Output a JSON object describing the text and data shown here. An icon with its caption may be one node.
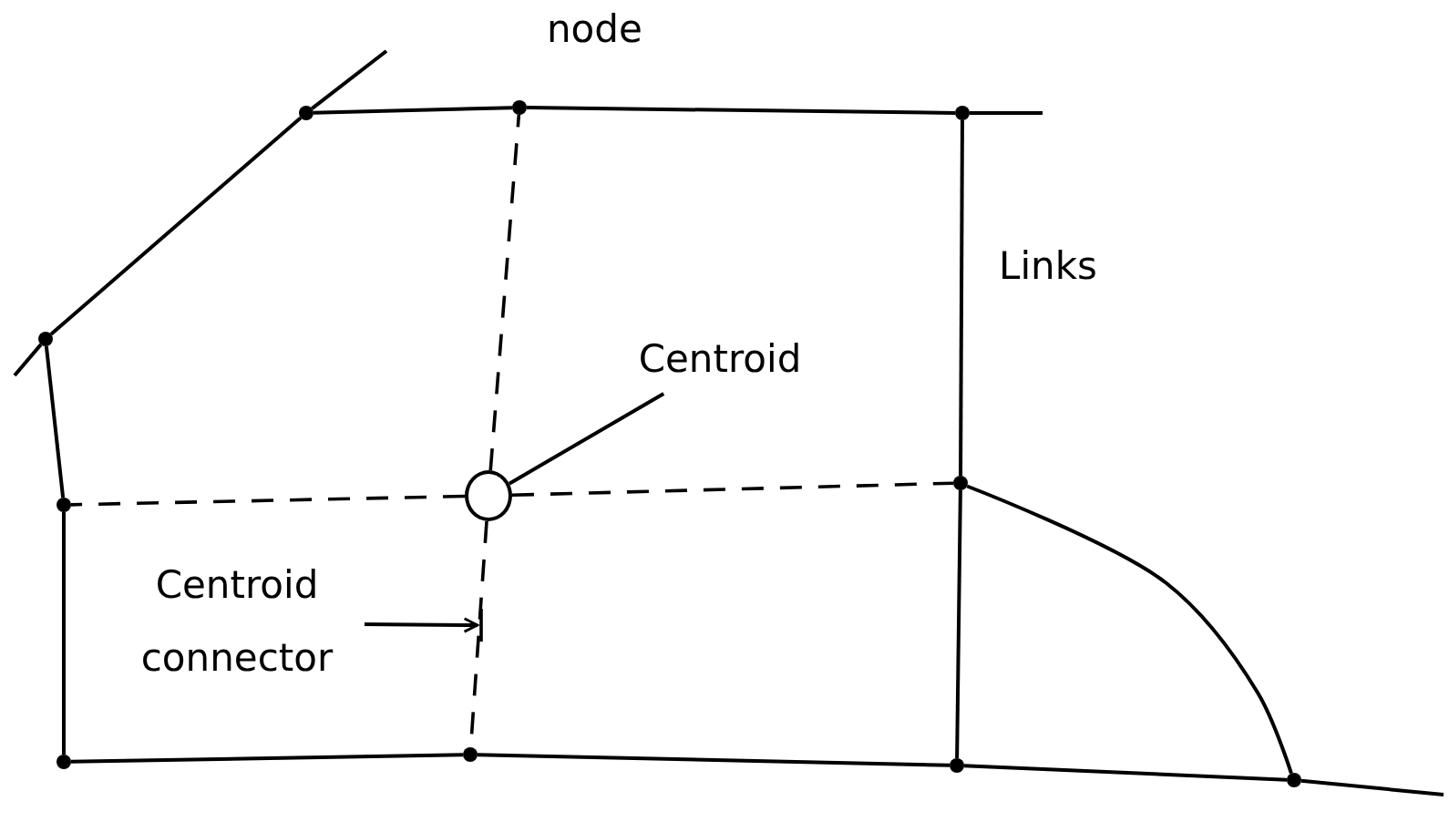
{
  "diagram": {
    "nodes": [
      {
        "text": [],
        "shape": "circle"
      },
      {
        "text": [],
        "shape": "circle"
      },
      {
        "text": [],
        "shape": "circle"
      },
      {
        "text": [],
        "shape": "circle"
      },
      {
        "text": [],
        "shape": "circle"
      },
      {
        "text": [],
        "shape": "circle"
      },
      {
        "text": [],
        "shape": "circle"
      },
      {
        "text": [],
        "shape": "circle"
      },
      {
        "text": [],
        "shape": "circle"
      },
      {
        "text": [],
        "shape": "circle"
      },
      {
        "text": [],
        "shape": "circle"
      },
      {
        "text": [
          "Centroid"
        ]
      },
      {
        "text": [
          "Centroid connector"
        ]
      }
    ],
    "edges": [
      {
        "from": 0,
        "to": 1,
        "arrow": "none"
      },
      {
        "from": 1,
        "to": 2,
        "arrow": "none"
      },
      {
        "from": 2,
        "to": null,
        "arrow": "none"
      },
      {
        "from": 0,
        "to": null,
        "arrow": "none"
      },
      {
        "from": 0,
        "to": 3,
        "arrow": "none"
      },
      {
        "from": 3,
        "to": null,
        "arrow": "none"
      },
      {
        "from": 3,
        "to": 4,
        "arrow": "none"
      },
      {
        "from": 4,
        "to": 6,
        "arrow": "none"
      },
      {
        "from": 6,
        "to": 7,
        "arrow": "none"
      },
      {
        "from": 7,
        "to": 8,
        "arrow": "none"
      },
      {
        "from": 8,
        "to": 9,
        "arrow": "none"
      },
      {
        "from": 9,
        "to": null,
        "arrow": "none"
      },
      {
        "from": 2,
        "to": 5,
        "arrow": "none"
      },
      {
        "from": 5,
        "to": 8,
        "arrow": "none"
      },
      {
        "from": 5,
        "to": 9,
        "arrow": "none"
      },
      {
        "from": 10,
        "to": 1,
        "arrow": "none",
        "style": "dashed"
      },
      {
        "from": 10,
        "to": 4,
        "arrow": "none",
        "style": "dashed"
      },
      {
        "from": 10,
        "to": 5,
        "arrow": "none",
        "style": "dashed"
      },
      {
        "from": 10,
        "to": 7,
        "arrow": "none",
        "style": "dashed"
      },
      {
        "from": 11,
        "to": 10,
        "arrow": "none"
      },
      {
        "from": 12,
        "to": null,
        "arrow": "to"
      }
    ],
    "labels": [
      "node",
      "Links"
    ]
  }
}
